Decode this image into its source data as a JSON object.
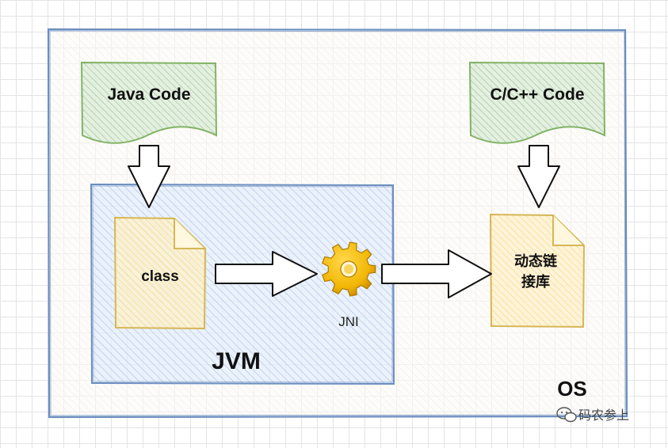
{
  "diagram": {
    "os_label": "OS",
    "jvm_label": "JVM",
    "java_code_label": "Java Code",
    "cpp_code_label": "C/C++ Code",
    "class_label": "class",
    "jni_label": "JNI",
    "dynlib_label_line1": "动态链",
    "dynlib_label_line2": "接库"
  },
  "watermark": {
    "text": "码农参上"
  },
  "icons": {
    "jni": "gear-icon",
    "watermark": "wechat-icon"
  },
  "colors": {
    "os_border": "#6c8ebf",
    "jvm_border": "#6c8ebf",
    "jvm_fill": "#dae8fc",
    "code_border": "#82b366",
    "code_fill": "#d5e8d4",
    "file_border": "#d6b656",
    "file_fill": "#fff2cc",
    "gear": "#f2b705"
  }
}
